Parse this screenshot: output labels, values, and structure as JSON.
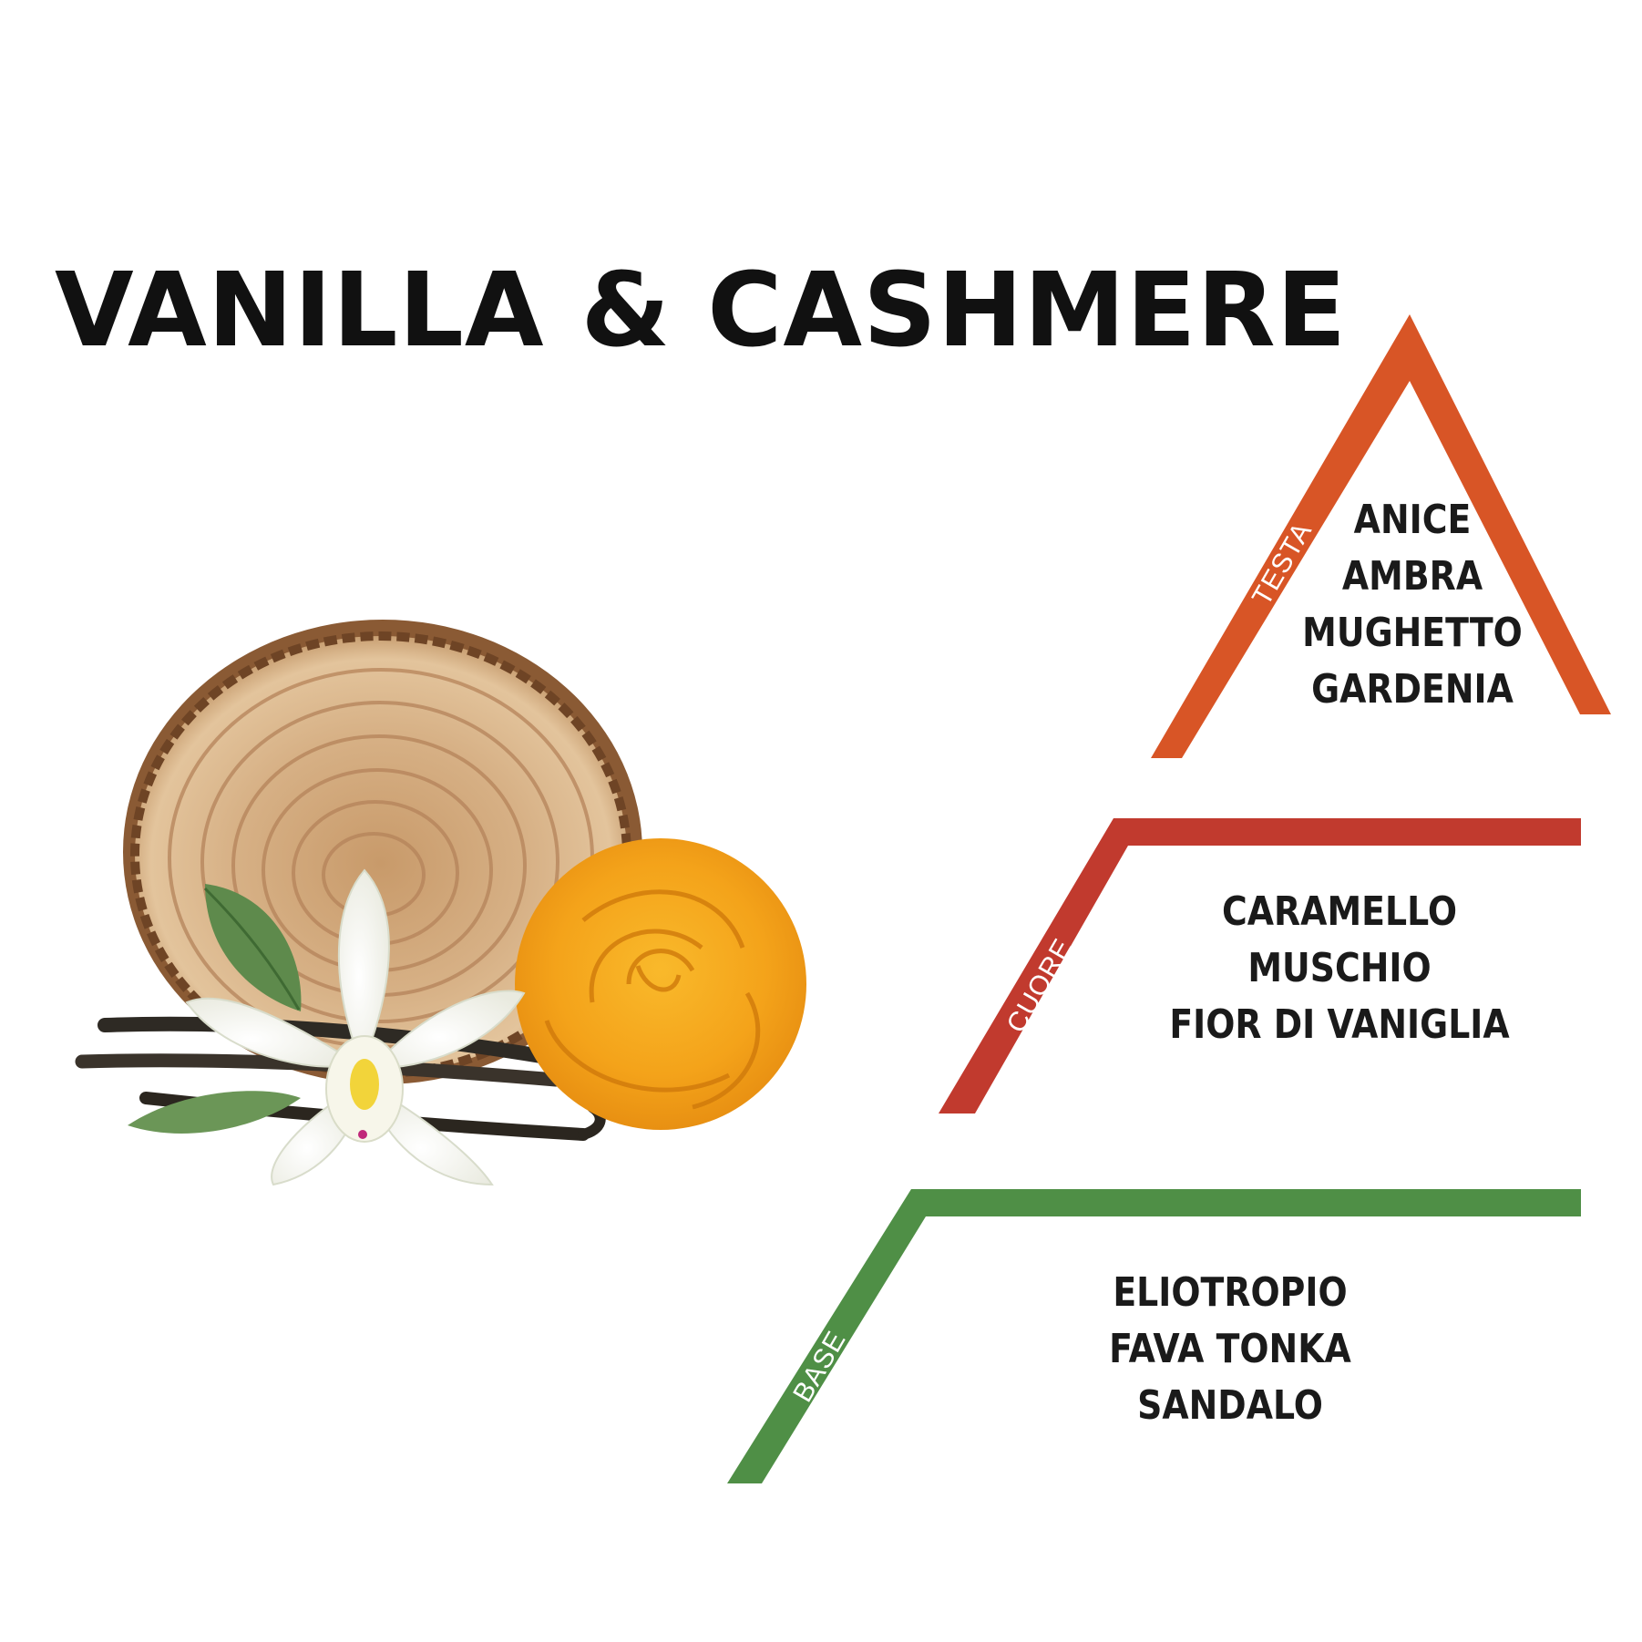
{
  "title": "VANILLA & CASHMERE",
  "colors": {
    "testa": "#d85526",
    "cuore": "#c13a2e",
    "base": "#4f8f46",
    "text": "#1a1a1a"
  },
  "pyramid": {
    "testa": {
      "label": "TESTA",
      "notes": [
        "ANICE",
        "AMBRA",
        "MUGHETTO",
        "GARDENIA"
      ]
    },
    "cuore": {
      "label": "CUORE",
      "notes": [
        "CARAMELLO",
        "MUSCHIO",
        "FIOR DI VANIGLIA"
      ]
    },
    "base": {
      "label": "BASE",
      "notes": [
        "ELIOTROPIO",
        "FAVA TONKA",
        "SANDALO"
      ]
    }
  },
  "illustration": {
    "subject": "wood-slice-vanilla-flower-rose"
  }
}
